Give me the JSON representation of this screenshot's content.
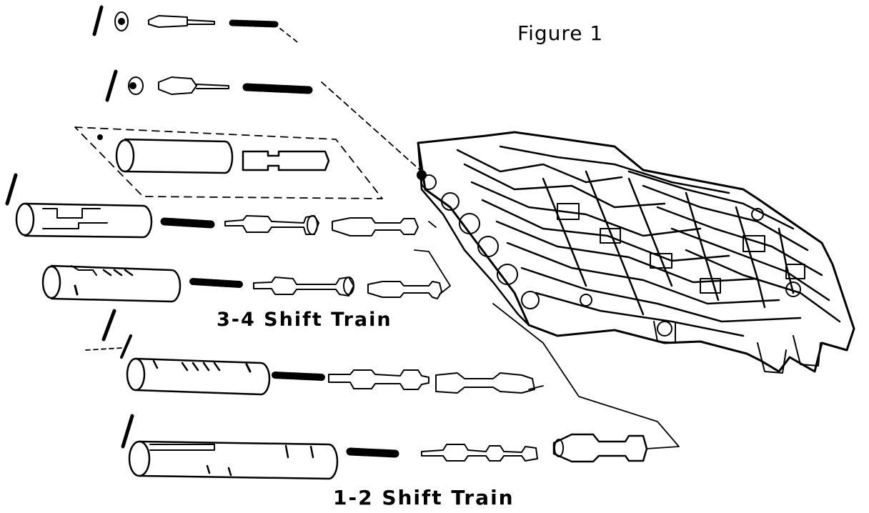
{
  "figure": {
    "title": "Figure 1",
    "labels": {
      "shift_34": "3-4 Shift Train",
      "shift_12": "1-2 Shift Train"
    }
  },
  "colors": {
    "ink": "#000000",
    "paper": "#ffffff"
  }
}
